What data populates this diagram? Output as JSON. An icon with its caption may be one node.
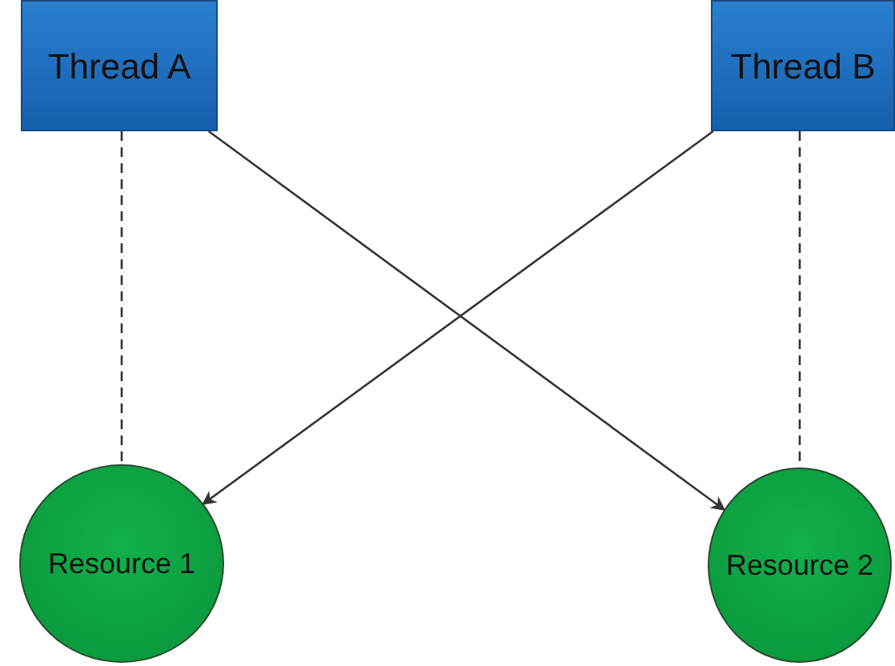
{
  "diagram": {
    "nodes": [
      {
        "text": [
          "Thread A"
        ]
      },
      {
        "text": [
          "Thread B"
        ]
      },
      {
        "text": [
          "Resource 1"
        ]
      },
      {
        "text": [
          "Resource 2"
        ]
      }
    ],
    "edges": [
      {
        "from": 0,
        "to": 2,
        "arrow": "none",
        "style": "dashed"
      },
      {
        "from": 1,
        "to": 3,
        "arrow": "none",
        "style": "dashed"
      },
      {
        "from": 0,
        "to": 3,
        "arrow": "to"
      },
      {
        "from": 1,
        "to": 2,
        "arrow": "to"
      }
    ]
  }
}
